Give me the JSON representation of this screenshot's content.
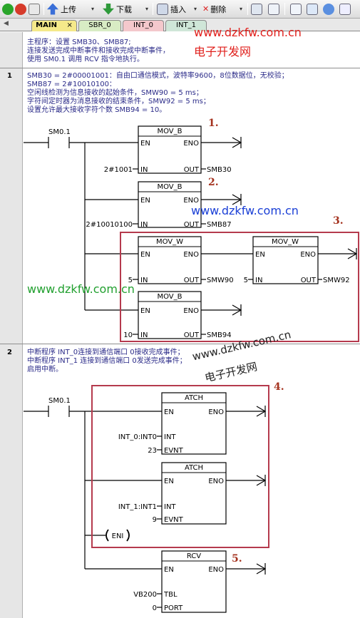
{
  "toolbar": {
    "upload_label": "上传",
    "download_label": "下载",
    "insert_label": "插入",
    "delete_label": "删除"
  },
  "tabs": [
    "MAIN",
    "SBR_0",
    "INT_0",
    "INT_1"
  ],
  "tab_close": "×",
  "watermarks": {
    "url": "www.dzkfw.com.cn",
    "name": "电子开发网"
  },
  "program_comment": [
    "主程序：设置 SMB30、SMB87;",
    "连接发送完成中断事件和接收完成中断事件，",
    "使用 SM0.1 调用 RCV 指令地执行。"
  ],
  "network1": {
    "number": "1",
    "comment": [
      "SMB30 = 2#00001001：自由口通信模式，波特率9600，8位数据位，无校验；",
      "SMB87 = 2#10010100：",
      "空闲线检测为信息接收的起始条件，SMW90 = 5 ms；",
      "字符间定时器为消息接收的结束条件，SMW92 = 5 ms；",
      "设置允许最大接收字符个数 SMB94 = 10。"
    ],
    "contact": "SM0.1",
    "boxes": [
      {
        "title": "MOV_B",
        "en": "EN",
        "eno": "ENO",
        "in_pin": "IN",
        "out_pin": "OUT",
        "in_val": "2#1001",
        "out_val": "SMB30"
      },
      {
        "title": "MOV_B",
        "en": "EN",
        "eno": "ENO",
        "in_pin": "IN",
        "out_pin": "OUT",
        "in_val": "2#10010100",
        "out_val": "SMB87"
      },
      {
        "title": "MOV_W",
        "en": "EN",
        "eno": "ENO",
        "in_pin": "IN",
        "out_pin": "OUT",
        "in_val": "5",
        "out_val": "SMW90"
      },
      {
        "title": "MOV_W",
        "en": "EN",
        "eno": "ENO",
        "in_pin": "IN",
        "out_pin": "OUT",
        "in_val": "5",
        "out_val": "SMW92"
      },
      {
        "title": "MOV_B",
        "en": "EN",
        "eno": "ENO",
        "in_pin": "IN",
        "out_pin": "OUT",
        "in_val": "10",
        "out_val": "SMB94"
      }
    ],
    "annotations": [
      "1.",
      "2.",
      "3."
    ]
  },
  "network2": {
    "number": "2",
    "comment": [
      "中断程序 INT_0连接到通信端口 0接收完成事件；",
      "中断程序 INT_1 连接到通信端口 0发送完成事件；",
      "启用中断。"
    ],
    "contact": "SM0.1",
    "atch_boxes": [
      {
        "title": "ATCH",
        "en": "EN",
        "eno": "ENO",
        "int_pin": "INT",
        "evnt_pin": "EVNT",
        "int_val": "INT_0:INT0",
        "evnt_val": "23"
      },
      {
        "title": "ATCH",
        "en": "EN",
        "eno": "ENO",
        "int_pin": "INT",
        "evnt_pin": "EVNT",
        "int_val": "INT_1:INT1",
        "evnt_val": "9"
      }
    ],
    "eni": "ENI",
    "rcv": {
      "title": "RCV",
      "en": "EN",
      "eno": "ENO",
      "tbl_pin": "TBL",
      "port_pin": "PORT",
      "tbl_val": "VB200",
      "port_val": "0"
    },
    "annotations": [
      "4.",
      "5."
    ]
  },
  "colors": {
    "watermark_blue": "#1a3fd6",
    "watermark_red": "#e0201c",
    "watermark_green": "#22a030",
    "annotation_box": "#b53a4d",
    "comment_text": "#2a2a88",
    "tab_main": "#f5e98a",
    "tab_sbr": "#d8ecc4",
    "tab_int0": "#f4c8cc",
    "tab_int1": "#cfe6d8"
  }
}
